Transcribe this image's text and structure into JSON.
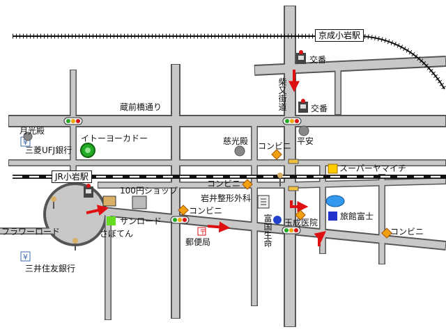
{
  "stations": {
    "keisei": "京成小岩駅",
    "jr": "JR小岩駅"
  },
  "roads": {
    "kuramae": "蔵前橋通り",
    "shibamata": "柴又街道",
    "sunroad": "サンロード",
    "flower": "フラワーロード"
  },
  "landmarks": {
    "koban_north": "交番",
    "koban_mid": "交番",
    "gekkoden": "月光殿",
    "mufg": "三菱UFJ銀行",
    "itoyokado": "イトーヨーカドー",
    "jikoden": "慈光殿",
    "convenience_a": "コンビニ",
    "heian": "平安",
    "supermarket": "スーパーヤマイチ",
    "convenience_b": "コンビニ",
    "iwai_clinic": "岩井整形外科",
    "shop100": "100円ショップ",
    "convenience_c": "コンビニ",
    "saboten": "さぼてん",
    "post_office": "郵便局",
    "fukoku": "富国生命",
    "tamanaru": "玉成医院",
    "ryokan": "旅館富士",
    "convenience_d": "コンビニ",
    "smbc": "三井住友銀行"
  },
  "icons": {
    "koban": "police-box-icon",
    "bank": "yen-bank-icon",
    "shop": "convenience-store-diamond-icon",
    "hospital": "clinic-icon",
    "post": "post-office-icon",
    "traffic": "traffic-light-icon"
  },
  "colors": {
    "road": "#c8c8c8",
    "road_edge": "#555555",
    "arrow": "#dd1111",
    "shop": "#f0a010",
    "supermarket": "#ffcc00",
    "ryokan": "#2233cc",
    "itoyokado": "#22aa22",
    "sunroad": "#66dd22"
  }
}
